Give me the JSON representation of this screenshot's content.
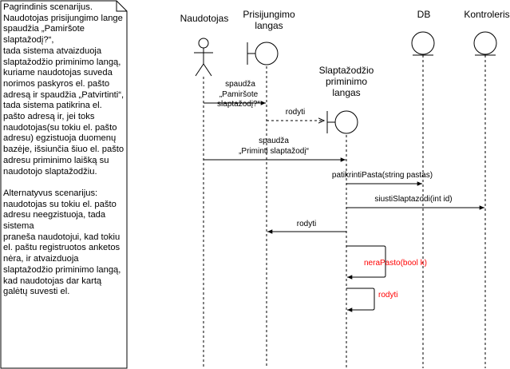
{
  "note": {
    "text": "Pagrindinis scenarijus. Naudotojas prisijungimo lange spaudžia „Pamiršote slaptažodį?“,\ntada sistema atvaizduoja slaptažodžio priminimo langą, kuriame naudotojas suveda norimos paskyros el. pašto adresą ir spaudžia „Patvirtinti“, tada sistema patikrina el. pašto adresą ir, jei toks\nnaudotojas(su tokiu el. pašto adresu) egzistuoja duomenų bazėje, išsiunčia šiuo el. pašto adresu priminimo laišką su naudotojo slaptažodžiu.\n\nAlternatyvus scenarijus: naudotojas su tokiu el. pašto adresu neegzistuoja, tada sistema\npraneša naudotojui, kad tokiu el. paštu registruotos anketos nėra, ir atvaizduoja slaptažodžio priminimo langą, kad naudotojas dar kartą galėtų suvesti el."
  },
  "participants": {
    "actor": "Naudotojas",
    "login_window": [
      "Prisijungimo",
      "langas"
    ],
    "reminder_window": [
      "Slaptažodžio",
      "priminimo",
      "langas"
    ],
    "db": "DB",
    "controller": "Kontroleris"
  },
  "messages": {
    "m1": [
      "spaudža",
      "„Pamiršote",
      "slaptažodį?“"
    ],
    "m2": "rodyti",
    "m3": [
      "spaudža",
      "„Priminti slaptažodį“"
    ],
    "m4": "patikrintiPasta(string pastas)",
    "m5": "siustiSlaptazodi(int id)",
    "m6": "rodyti",
    "m7": "neraPasto(bool k)",
    "m8": "rodyti"
  },
  "colors": {
    "line": "#000000",
    "highlight": "#ff0000"
  }
}
